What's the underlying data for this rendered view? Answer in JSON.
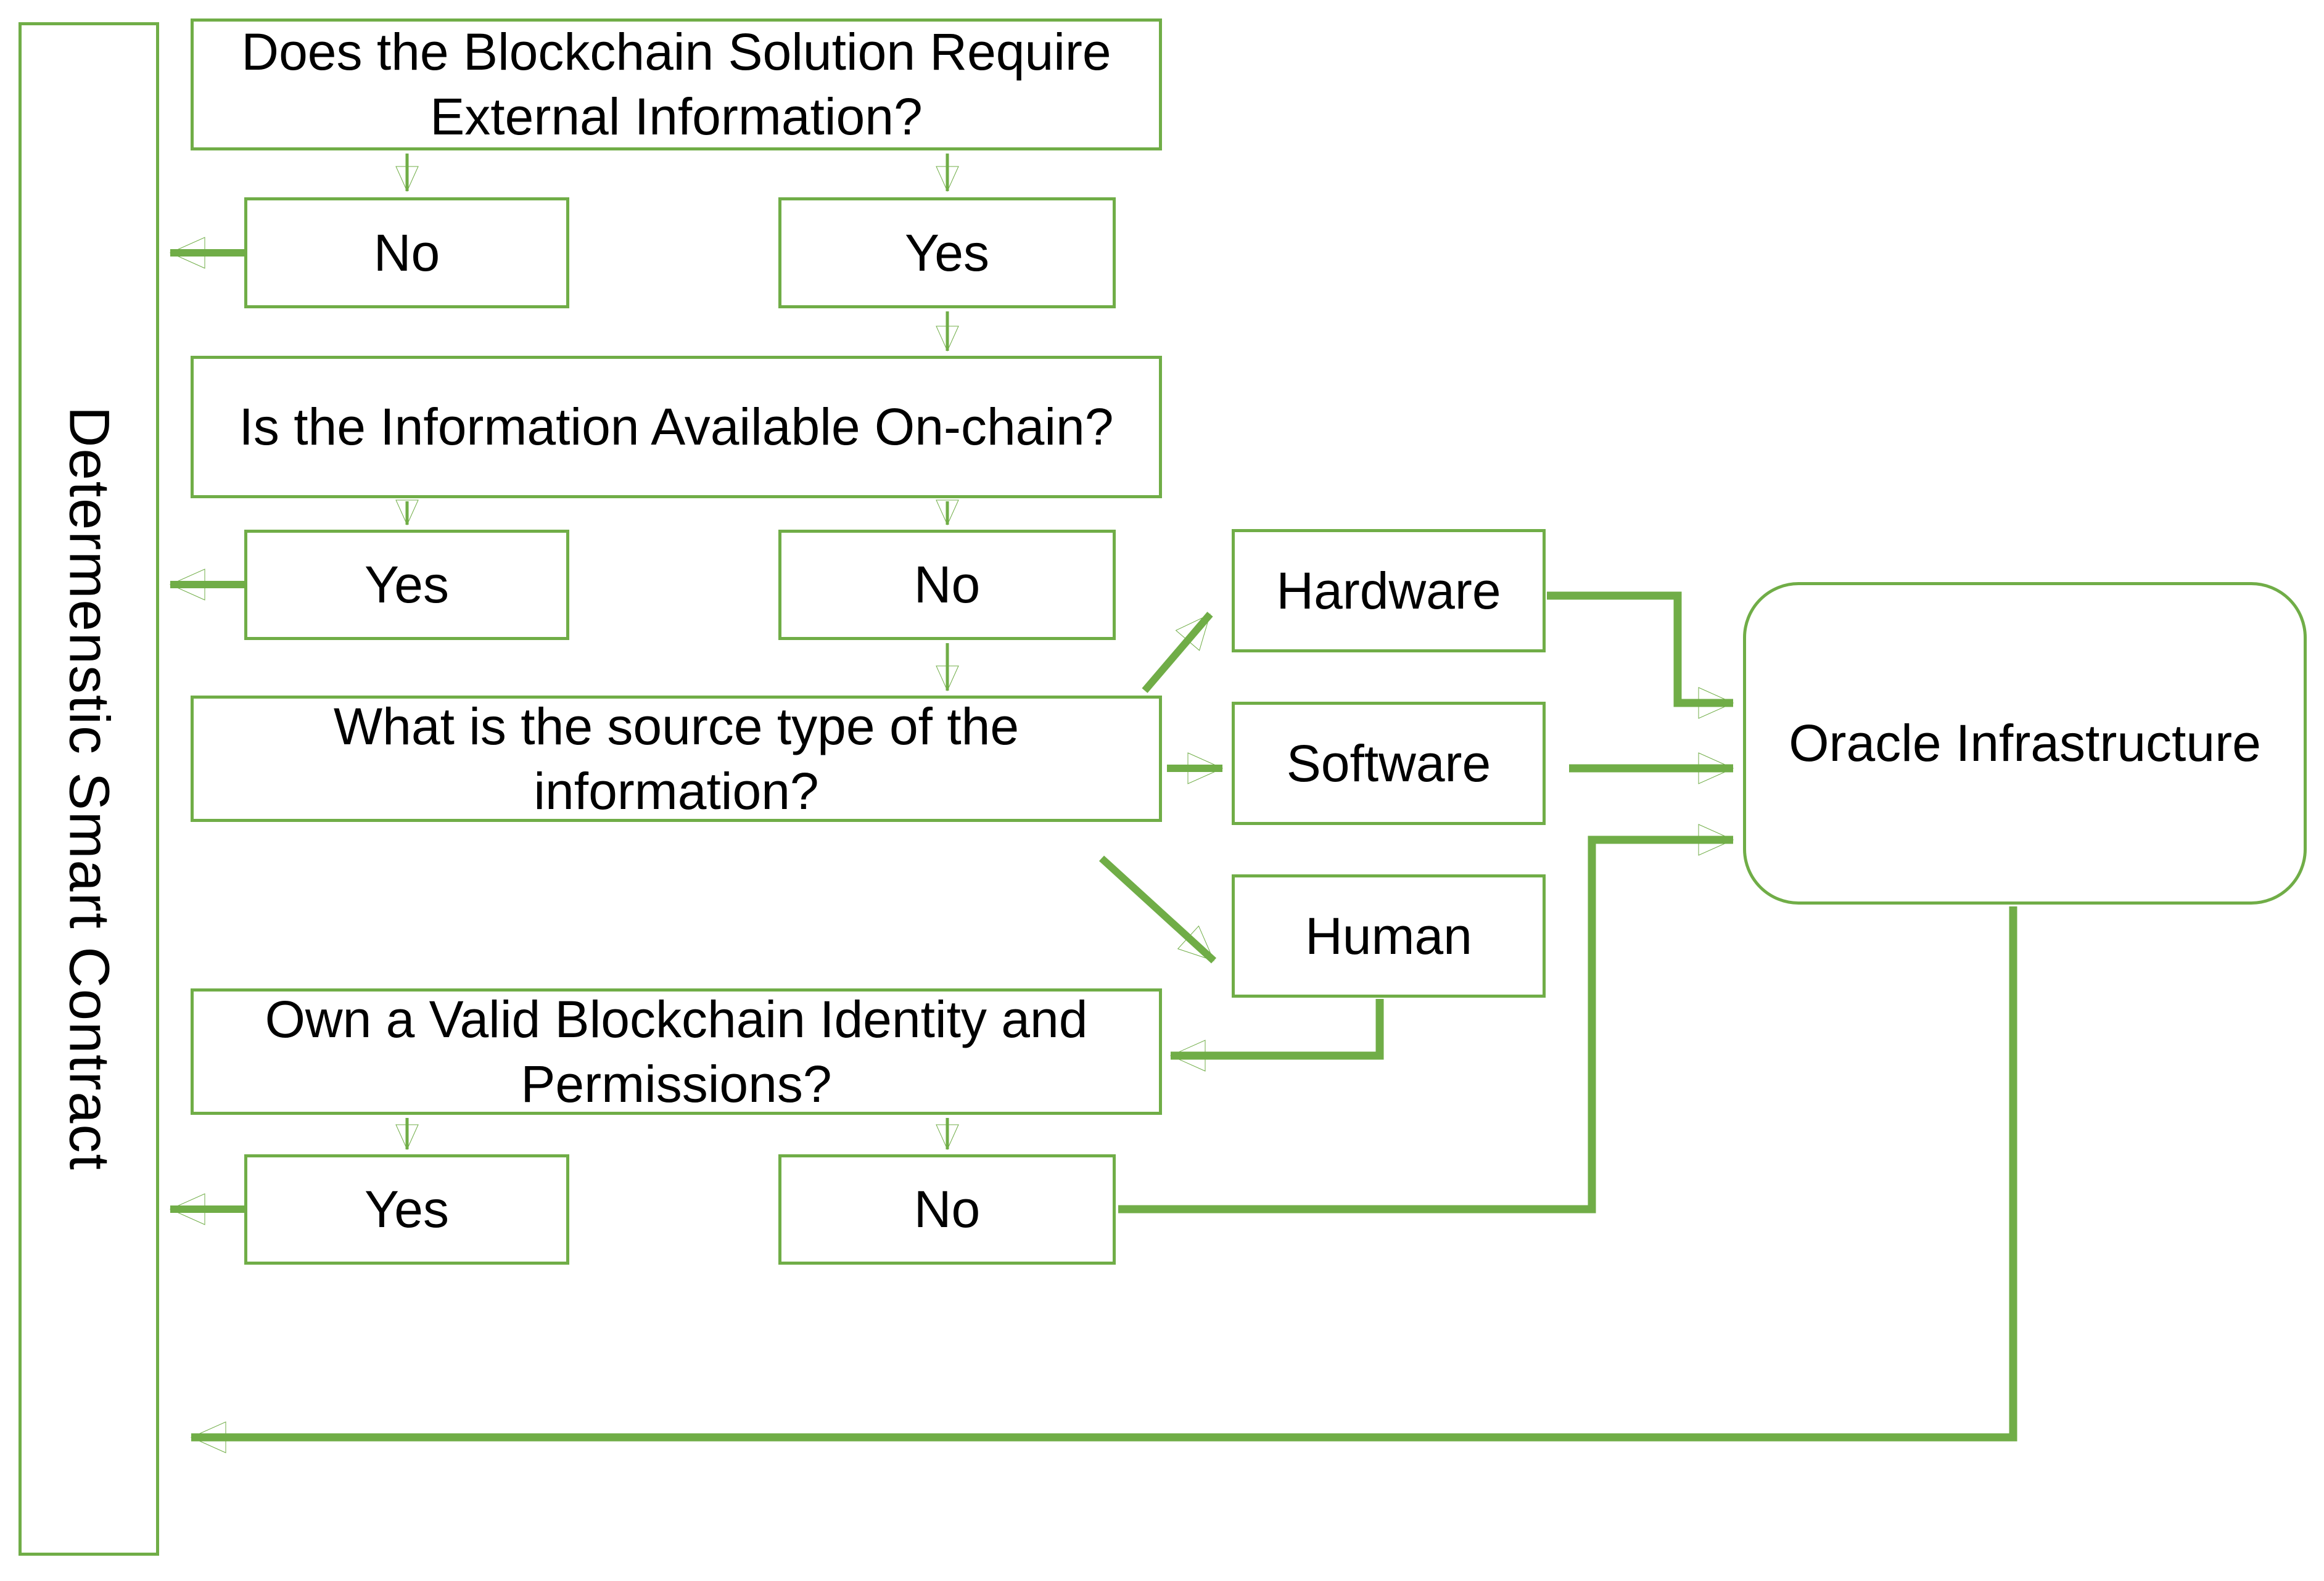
{
  "sidebar": {
    "label": "Determenstic Smart Contract"
  },
  "nodes": {
    "q_external": {
      "label": "Does the Blockchain Solution Require External Information?"
    },
    "q_external_no": {
      "label": "No"
    },
    "q_external_yes": {
      "label": "Yes"
    },
    "q_onchain": {
      "label": "Is the Information Available On-chain?"
    },
    "q_onchain_yes": {
      "label": "Yes"
    },
    "q_onchain_no": {
      "label": "No"
    },
    "q_source": {
      "label": "What is the source type of the information?"
    },
    "source_hardware": {
      "label": "Hardware"
    },
    "source_software": {
      "label": "Software"
    },
    "source_human": {
      "label": "Human"
    },
    "q_identity": {
      "label": "Own a Valid Blockchain Identity and Permissions?"
    },
    "q_identity_yes": {
      "label": "Yes"
    },
    "q_identity_no": {
      "label": "No"
    },
    "oracle": {
      "label": "Oracle Infrastructure"
    }
  },
  "colors": {
    "line": "#70AD47",
    "text": "#000000",
    "background": "#FFFFFF"
  }
}
